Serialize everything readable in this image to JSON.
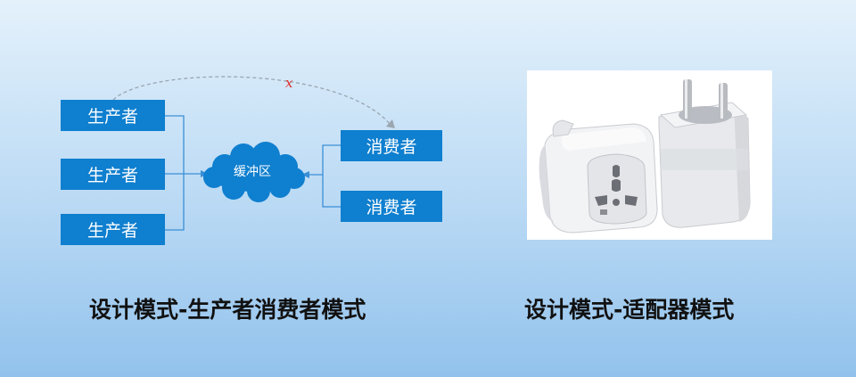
{
  "left_diagram": {
    "producers": [
      "生产者",
      "生产者",
      "生产者"
    ],
    "buffer_label": "缓冲区",
    "consumers": [
      "消费者",
      "消费者"
    ],
    "forbidden_mark": "x"
  },
  "right_image": {
    "subject": "plug-adapter"
  },
  "captions": {
    "left": "设计模式-生产者消费者模式",
    "right": "设计模式-适配器模式"
  },
  "colors": {
    "box_fill": "#0f7fcf",
    "line": "#3a8fd6",
    "dashed_arc": "#9aa6b0",
    "cross_mark": "#e0302c"
  }
}
